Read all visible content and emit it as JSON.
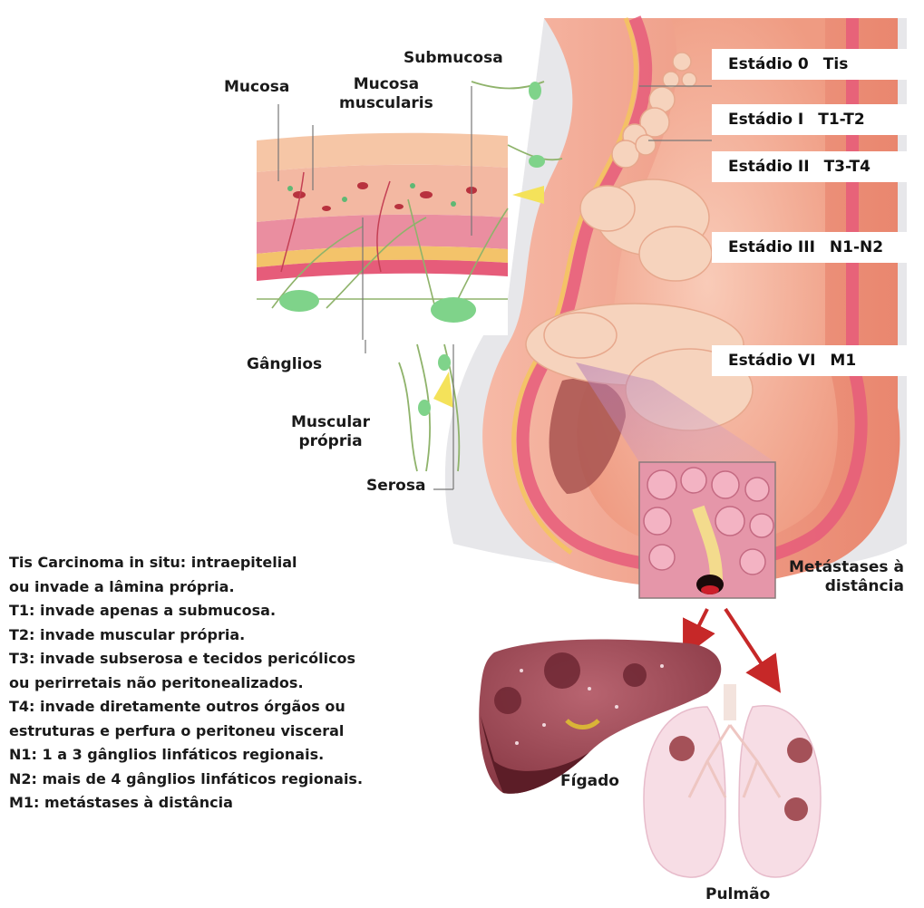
{
  "layer_labels": {
    "submucosa": "Submucosa",
    "mucosa": "Mucosa",
    "mucosa_muscularis_1": "Mucosa",
    "mucosa_muscularis_2": "muscularis",
    "ganglios": "Gânglios",
    "muscular_propria_1": "Muscular",
    "muscular_propria_2": "própria",
    "serosa": "Serosa"
  },
  "stages": [
    {
      "name": "Estádio 0",
      "code": "Tis"
    },
    {
      "name": "Estádio I",
      "code": "T1-T2"
    },
    {
      "name": "Estádio II",
      "code": "T3-T4"
    },
    {
      "name": "Estádio III",
      "code": "N1-N2"
    },
    {
      "name": "Estádio VI",
      "code": "M1"
    }
  ],
  "metastasis_label_1": "Metástases à",
  "metastasis_label_2": "distância",
  "organ_labels": {
    "liver": "Fígado",
    "lung": "Pulmão"
  },
  "legend": [
    "Tis Carcinoma in situ: intraepitelial",
    "ou invade a lâmina própria.",
    "T1: invade apenas a submucosa.",
    "T2: invade muscular própria.",
    "T3: invade subserosa e tecidos pericólicos",
    "ou perirretais não peritonealizados.",
    "T4: invade diretamente outros órgãos ou",
    "estruturas e perfura o peritoneu visceral",
    "N1: 1 a 3 gânglios linfáticos regionais.",
    "N2: mais de 4 gânglios linfáticos regionais.",
    "M1: metástases à distância"
  ],
  "colors": {
    "tissue": "#f2a389",
    "tumor": "#f6d3bd",
    "muscle": "#e65c7a",
    "ganglion": "#7fd38a",
    "liver": "#9c4a56",
    "lung": "#f7dde5",
    "arrow": "#c62828"
  }
}
